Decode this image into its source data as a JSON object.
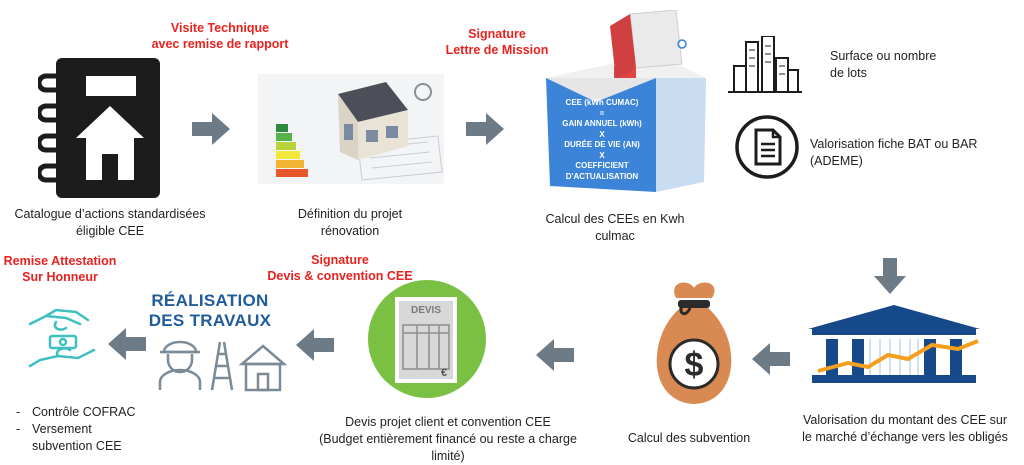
{
  "steps": {
    "catalogue": {
      "caption_l1": "Catalogue d’actions standardisées",
      "caption_l2": "éligible CEE"
    },
    "visite": {
      "title_l1": "Visite Technique",
      "title_l2": "avec remise de rapport",
      "caption_l1": "Définition du projet",
      "caption_l2": "rénovation"
    },
    "signature_mission": {
      "title_l1": "Signature",
      "title_l2": "Lettre de Mission"
    },
    "calcul_cee": {
      "box_lines": [
        "CEE (kWh CUMAC)",
        "=",
        "GAIN ANNUEL (kWh)",
        "X",
        "DURÉE DE VIE (AN)",
        "X",
        "COEFFICIENT",
        "D'ACTUALISATION"
      ],
      "caption_l1": "Calcul des CEEs en Kwh",
      "caption_l2": "culmac"
    },
    "surface": {
      "text_l1": "Surface ou nombre",
      "text_l2": "de lots"
    },
    "valorisation_fiche": {
      "text_l1": "Valorisation fiche BAT ou BAR",
      "text_l2": "(ADEME)"
    },
    "marche": {
      "caption_l1": "Valorisation du montant des CEE sur",
      "caption_l2": "le marché d’échange vers les obligés"
    },
    "subvention": {
      "caption": "Calcul des subvention",
      "symbol": "$"
    },
    "devis": {
      "title_l1": "Signature",
      "title_l2": "Devis & convention CEE",
      "doc_label": "DEVIS",
      "currency": "€",
      "caption_l1": "Devis projet client et convention CEE",
      "caption_l2": "(Budget entièrement financé ou reste a charge",
      "caption_l3": "limité)"
    },
    "travaux": {
      "title_l1": "RÉALISATION",
      "title_l2": "DES TRAVAUX"
    },
    "attestation": {
      "title_l1": "Remise Attestation",
      "title_l2": "Sur Honneur",
      "bullets": [
        "Contrôle COFRAC",
        "Versement",
        "subvention CEE"
      ]
    }
  },
  "colors": {
    "accent_red": "#e8231f",
    "arrow_gray": "#6d7b86",
    "devis_green": "#7ac143",
    "bag_orange": "#d98a52",
    "cube_blue": "#3b84d8",
    "realisation_blue": "#1f5c99",
    "teal": "#3fbfc0"
  }
}
